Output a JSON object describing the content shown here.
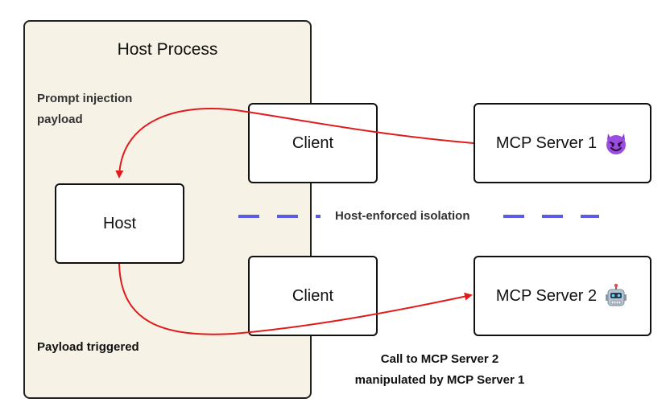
{
  "host_process": {
    "title": "Host Process"
  },
  "notes": {
    "injection_line1": "Prompt injection",
    "injection_line2": "payload",
    "triggered": "Payload triggered",
    "isolation": "Host-enforced isolation",
    "call_line1": "Call to MCP Server 2",
    "call_line2": "manipulated by MCP Server 1"
  },
  "nodes": {
    "host": "Host",
    "client_top": "Client",
    "client_bottom": "Client",
    "server1": "MCP Server 1",
    "server2": "MCP Server 2"
  },
  "icons": {
    "server1": "smiling-devil-emoji-icon",
    "server2": "robot-emoji-icon"
  },
  "colors": {
    "arrow": "#e01b1b",
    "isolation_dash": "#5b5be6",
    "host_process_fill": "#f6f2e6"
  }
}
